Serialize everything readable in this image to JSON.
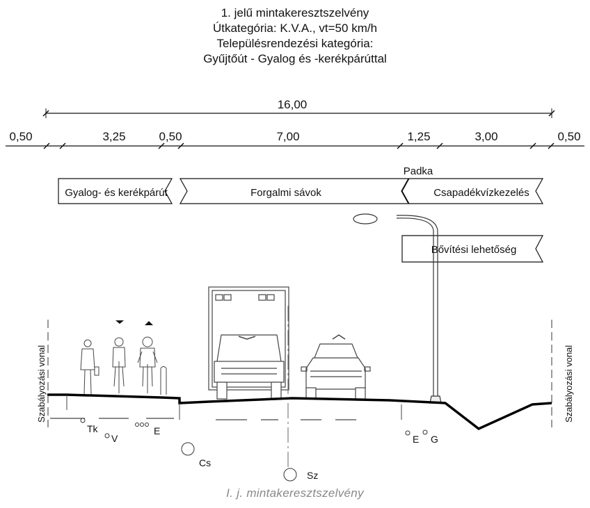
{
  "title": {
    "line1": "1. jelű mintakeresztszelvény",
    "line2": "Útkategória: K.V.A., vt=50 km/h",
    "line3": "Településrendezési kategória:",
    "line4": "Gyűjtőút - Gyalog és -kerékpárúttal"
  },
  "dimensions": {
    "total": "16,00",
    "segments": [
      "0,50",
      "3,25",
      "0,50",
      "7,00",
      "1,25",
      "3,00",
      "0,50"
    ]
  },
  "zones": {
    "padka": "Padka",
    "gyalog": "Gyalog- és kerékpárút",
    "forgalmi": "Forgalmi sávok",
    "csapadek": "Csapadékvízkezelés",
    "bovitesi": "Bővítési lehetőség"
  },
  "side_labels": {
    "left": "Szabályozási vonal",
    "right": "Szabályozási vonal"
  },
  "utilities": {
    "tk": "Tk",
    "v": "V",
    "e_left": "E",
    "cs": "Cs",
    "sz": "Sz",
    "e_right": "E",
    "g": "G"
  },
  "caption": "I. j. mintakeresztszelvény"
}
